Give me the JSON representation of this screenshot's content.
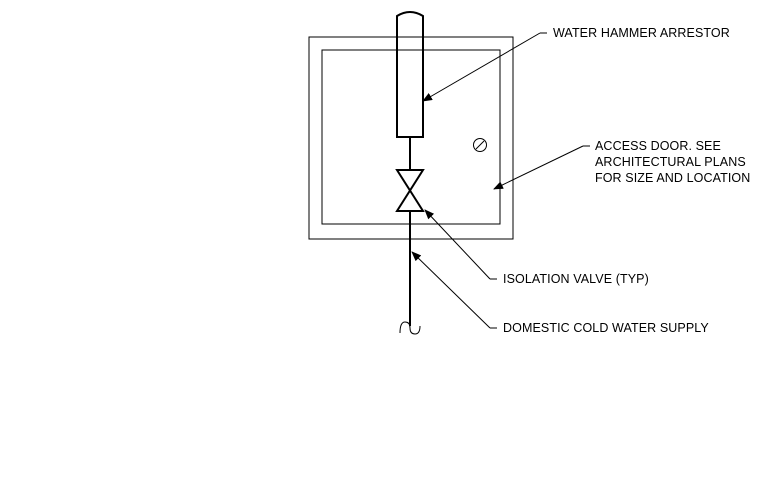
{
  "labels": {
    "arrestor": "WATER HAMMER ARRESTOR",
    "access_door_1": "ACCESS DOOR. SEE",
    "access_door_2": "ARCHITECTURAL PLANS",
    "access_door_3": "FOR SIZE AND LOCATION",
    "valve": "ISOLATION VALVE (TYP)",
    "supply": "DOMESTIC COLD WATER SUPPLY"
  }
}
